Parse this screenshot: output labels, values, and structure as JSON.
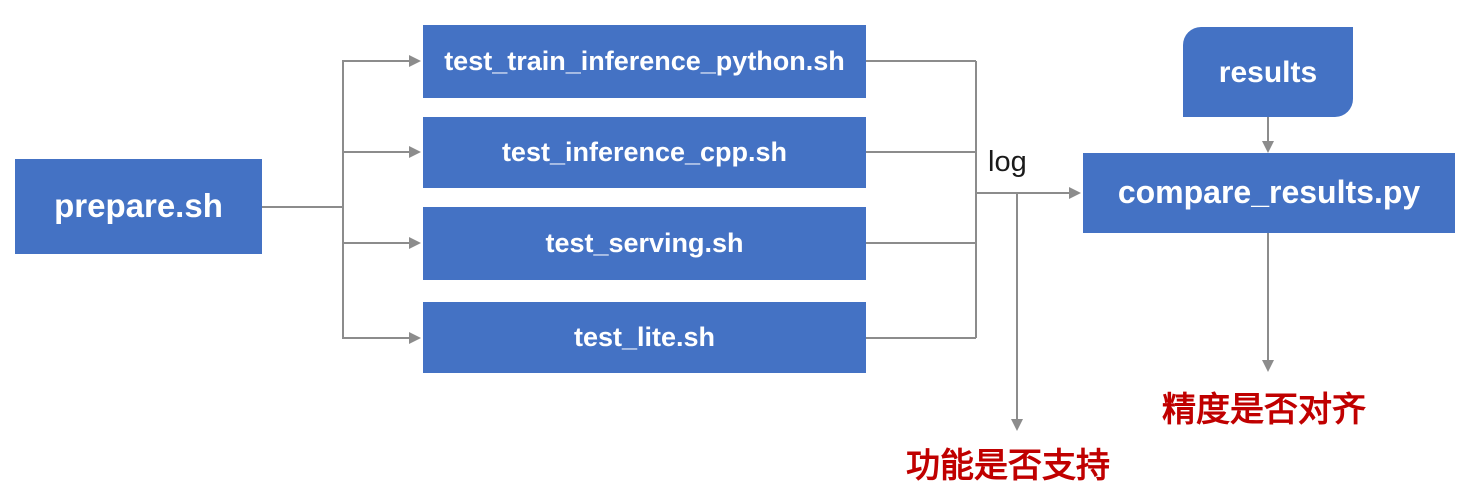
{
  "diagram": {
    "nodes": {
      "prepare": {
        "label": "prepare.sh"
      },
      "tests": [
        {
          "label": "test_train_inference_python.sh"
        },
        {
          "label": "test_inference_cpp.sh"
        },
        {
          "label": "test_serving.sh"
        },
        {
          "label": "test_lite.sh"
        }
      ],
      "results": {
        "label": "results"
      },
      "compare": {
        "label": "compare_results.py"
      }
    },
    "edge_labels": {
      "log": "log"
    },
    "annotations": {
      "function_support": "功能是否支持",
      "precision_aligned": "精度是否对齐"
    },
    "colors": {
      "node_fill": "#4472C4",
      "node_text": "#FFFFFF",
      "line": "#8C8C8C",
      "edge_label_text": "#1A1A1A",
      "annotation_red": "#C00000"
    }
  }
}
